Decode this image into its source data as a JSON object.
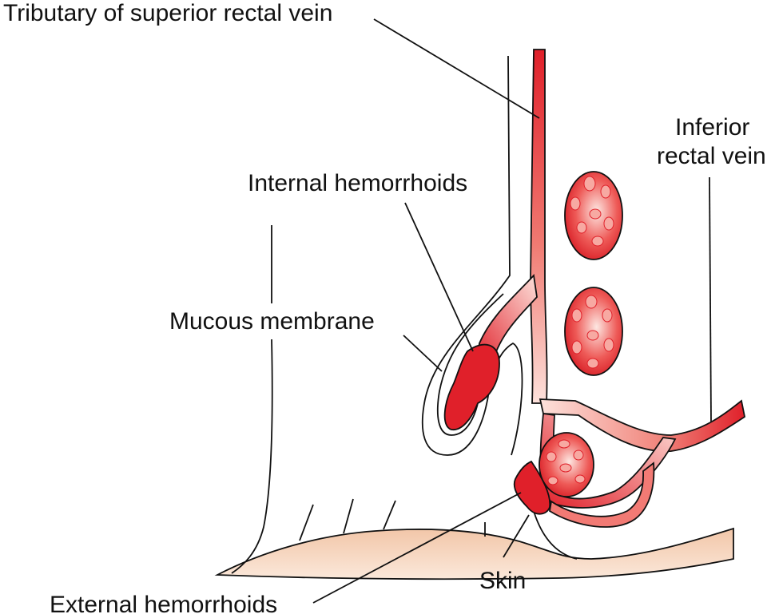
{
  "labels": {
    "tributary": "Tributary of superior rectal vein",
    "inferior_line1": "Inferior",
    "inferior_line2": "rectal vein",
    "internal": "Internal hemorrhoids",
    "mucous": "Mucous membrane",
    "skin": "Skin",
    "external": "External hemorrhoids"
  },
  "colors": {
    "vein_dark": "#e0202a",
    "vein_light": "#fde1db",
    "skin_fill": "#f5d3bc",
    "outline": "#111111",
    "background": "#ffffff"
  }
}
